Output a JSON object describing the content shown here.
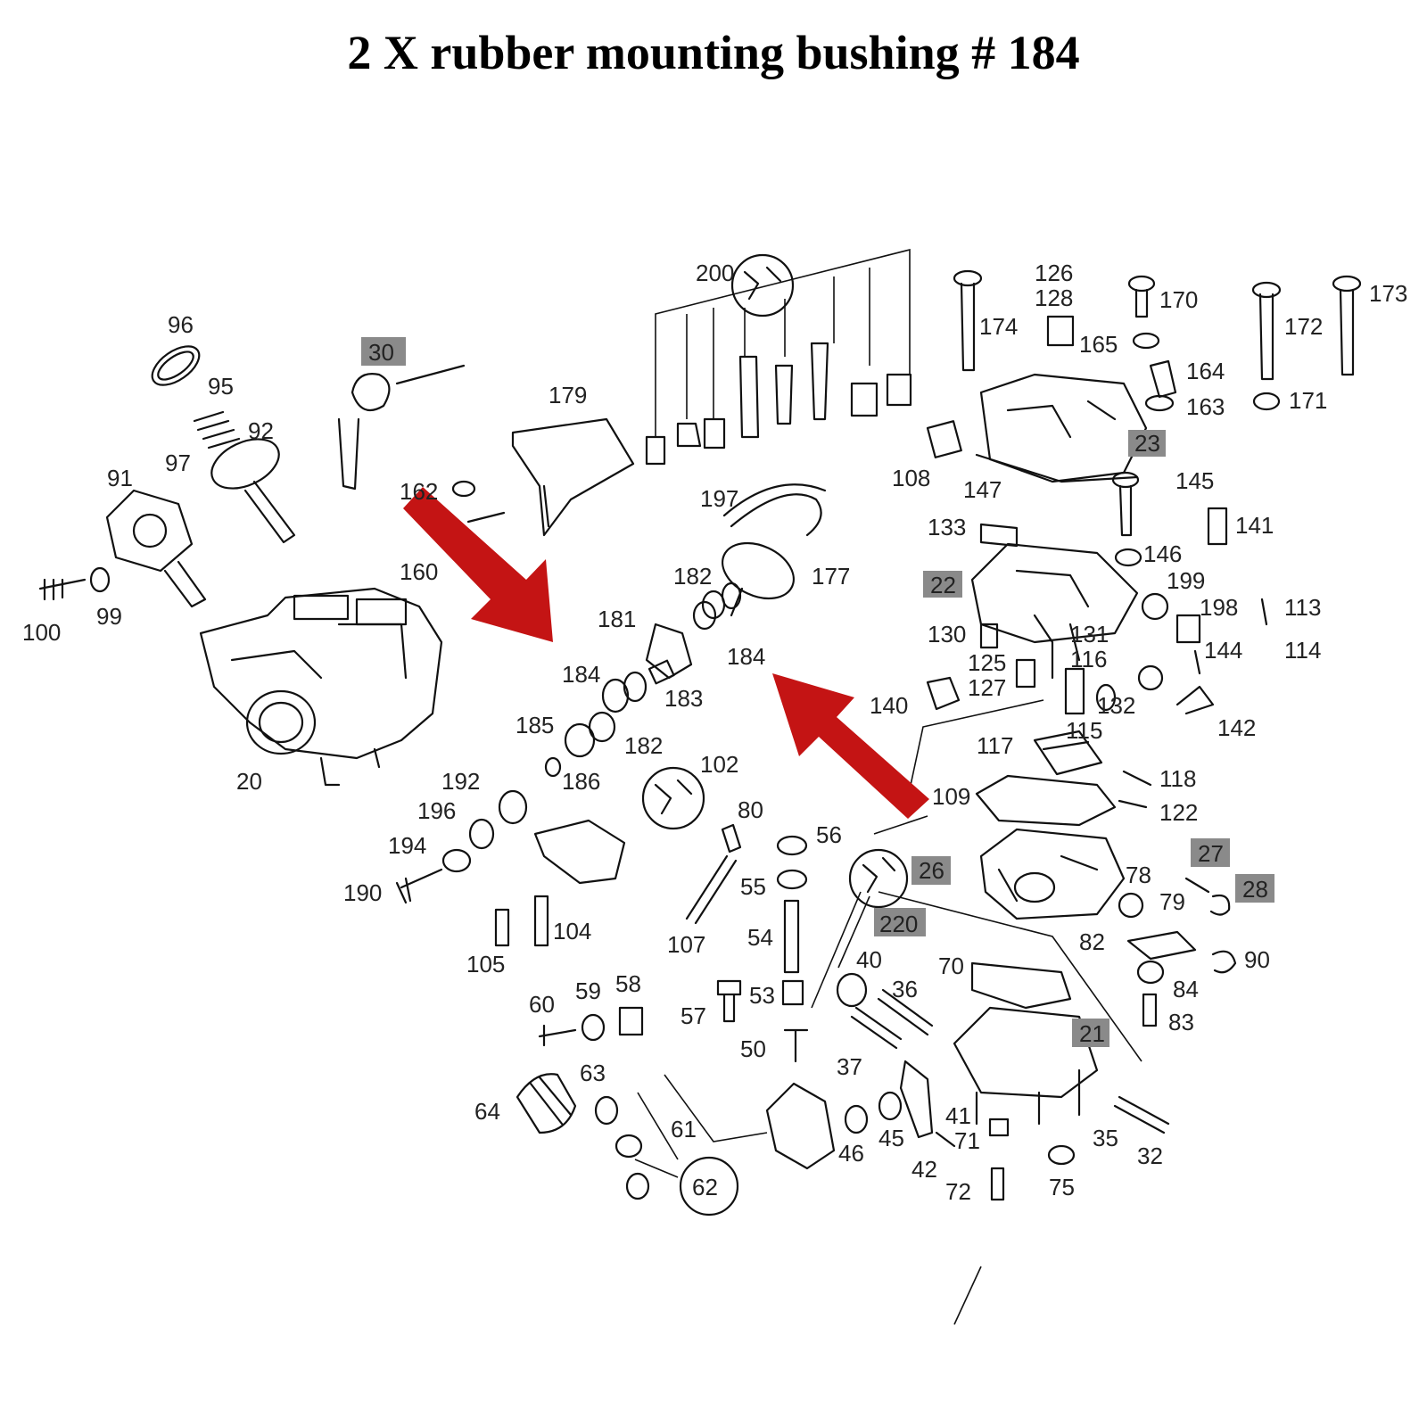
{
  "title": "2 X rubber mounting bushing # 184",
  "highlight_color": "#c41414",
  "parts": {
    "p96": "96",
    "p95": "95",
    "p92": "92",
    "p97": "97",
    "p91": "91",
    "p100": "100",
    "p99": "99",
    "p30": "30",
    "p179": "179",
    "p162": "162",
    "p160": "160",
    "p20": "20",
    "p200": "200",
    "p197": "197",
    "p182a": "182",
    "p177": "177",
    "p181": "181",
    "p184a": "184",
    "p184b": "184",
    "p183": "183",
    "p185": "185",
    "p182b": "182",
    "p186": "186",
    "p102": "102",
    "p192": "192",
    "p196": "196",
    "p194": "194",
    "p190": "190",
    "p105": "105",
    "p104": "104",
    "p80": "80",
    "p107": "107",
    "p56": "56",
    "p55": "55",
    "p54": "54",
    "p53": "53",
    "p57": "57",
    "p50": "50",
    "p60": "60",
    "p59": "59",
    "p58": "58",
    "p64": "64",
    "p63": "63",
    "p61": "61",
    "p62": "62",
    "p26": "26",
    "p220": "220",
    "p40": "40",
    "p36": "36",
    "p37": "37",
    "p46": "46",
    "p45": "45",
    "p41": "41",
    "p71": "71",
    "p42": "42",
    "p72": "72",
    "p70": "70",
    "p21": "21",
    "p75": "75",
    "p35": "35",
    "p32": "32",
    "p174": "174",
    "p126": "126",
    "p128": "128",
    "p165": "165",
    "p170": "170",
    "p172": "172",
    "p173": "173",
    "p164": "164",
    "p163": "163",
    "p171": "171",
    "p108": "108",
    "p147": "147",
    "p23": "23",
    "p145": "145",
    "p141": "141",
    "p133": "133",
    "p146": "146",
    "p22": "22",
    "p199": "199",
    "p198": "198",
    "p113": "113",
    "p130": "130",
    "p131": "131",
    "p144": "144",
    "p114": "114",
    "p125": "125",
    "p116": "116",
    "p127": "127",
    "p140": "140",
    "p132": "132",
    "p115": "115",
    "p142": "142",
    "p117": "117",
    "p109": "109",
    "p118": "118",
    "p122": "122",
    "p27": "27",
    "p78": "78",
    "p79": "79",
    "p28": "28",
    "p82": "82",
    "p90": "90",
    "p84": "84",
    "p83": "83"
  }
}
